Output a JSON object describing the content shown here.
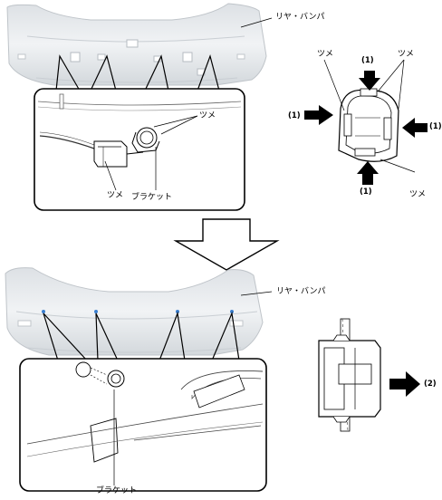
{
  "labels": {
    "rear_bumper_top": "リヤ・バンパ",
    "rear_bumper_bottom": "リヤ・バンパ",
    "claw_inset_right": "ツメ",
    "claw_inset_left": "ツメ",
    "bracket_inset_top": "ブラケット",
    "bracket_inset_bottom": "ブラケット",
    "claw_detail_left": "ツメ",
    "claw_detail_right": "ツメ",
    "claw_detail_bottom": "ツメ"
  },
  "callouts": {
    "top": "(1)",
    "left": "(1)",
    "right": "(1)",
    "bottom": "(1)",
    "pull": "(2)"
  },
  "colors": {
    "bumper_fill": "#e6e9ec",
    "line": "#000000",
    "marker": "#3a7fd0"
  }
}
